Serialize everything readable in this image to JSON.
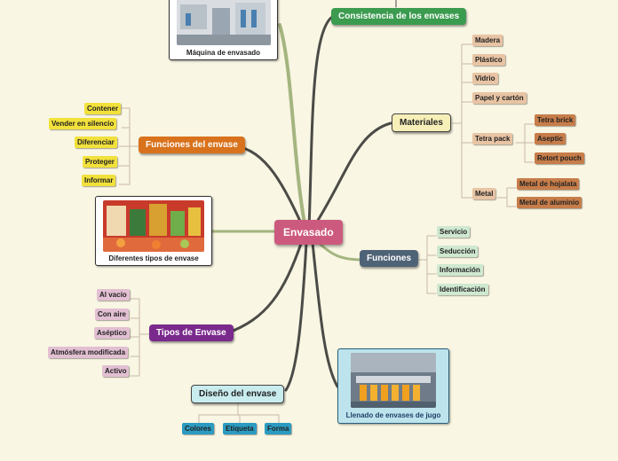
{
  "center": "Envasado",
  "branches": {
    "consistencia": "Consistencia de los envases",
    "materiales": "Materiales",
    "funciones_envase": "Funciones del envase",
    "funciones": "Funciones",
    "tipos": "Tipos de Envase",
    "diseno": "Diseño del envase"
  },
  "images": {
    "maquina": "Máquina de envasado",
    "tipos_envase": "Diferentes tipos de envase",
    "llenado": "Llenado de envases de jugo"
  },
  "materiales": {
    "madera": "Madera",
    "plastico": "Plástico",
    "vidrio": "Vidrio",
    "papel": "Papel y cartón",
    "tetra_pack": "Tetra pack",
    "tetra_items": [
      "Tetra brick",
      "Aseptic",
      "Retort pouch"
    ],
    "metal": "Metal",
    "metal_items": [
      "Metal de hojalata",
      "Metal de aluminio"
    ]
  },
  "funciones_envase_items": [
    "Contener",
    "Vender en silencio",
    "Diferenciar",
    "Proteger",
    "Informar"
  ],
  "funciones_items": [
    "Servicio",
    "Seducción",
    "Información",
    "Identificación"
  ],
  "tipos_items": [
    "Al vacío",
    "Con aire",
    "Aséptico",
    "Atmósfera modificada",
    "Activo"
  ],
  "diseno_items": [
    "Colores",
    "Etiqueta",
    "Forma"
  ],
  "colors": {
    "background": "#f9f6e3",
    "center": "#cc5a7e",
    "consistencia": "#3b9b4f",
    "materiales": "#f7efb8",
    "funciones_envase": "#d9721c",
    "funciones": "#4f6377",
    "tipos": "#7a2a8c",
    "diseno": "#c9ecef",
    "yellow_sub": "#f2e13b",
    "tan_sub": "#e8c4a4",
    "brown_sub": "#c77d4a",
    "green_sub": "#cfe8d0",
    "pink_sub": "#e2bfd2",
    "blue_sub": "#2b9bc1"
  }
}
